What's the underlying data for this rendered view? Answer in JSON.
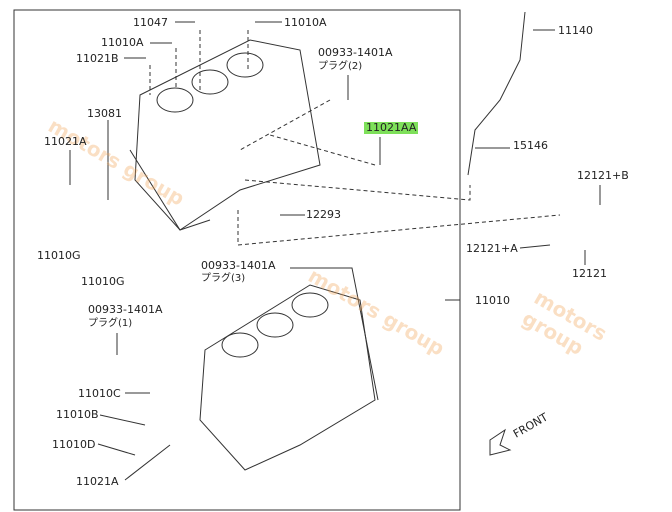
{
  "labels": {
    "l11047": "11047",
    "l11010A_1": "11010A",
    "l11010A_2": "11010A",
    "l11021B": "11021B",
    "plug2_part": "00933-1401A",
    "plug2_name": "プラグ(2)",
    "l11021AA": "11021AA",
    "l13081": "13081",
    "l11021A_1": "11021A",
    "l11010G_1": "11010G",
    "l11010G_2": "11010G",
    "l12293": "12293",
    "plug3_part": "00933-1401A",
    "plug3_name": "プラグ(3)",
    "plug1_part": "00933-1401A",
    "plug1_name": "プラグ(1)",
    "l11010": "11010",
    "l11140": "11140",
    "l15146": "15146",
    "l12121B": "12121+B",
    "l12121A": "12121+A",
    "l12121": "12121",
    "l11010C": "11010C",
    "l11010B": "11010B",
    "l11010D": "11010D",
    "l11021A_2": "11021A",
    "front": "FRONT"
  },
  "watermark": "motors group",
  "colors": {
    "highlight": "#7ee05a",
    "watermark": "#f2a65a"
  }
}
